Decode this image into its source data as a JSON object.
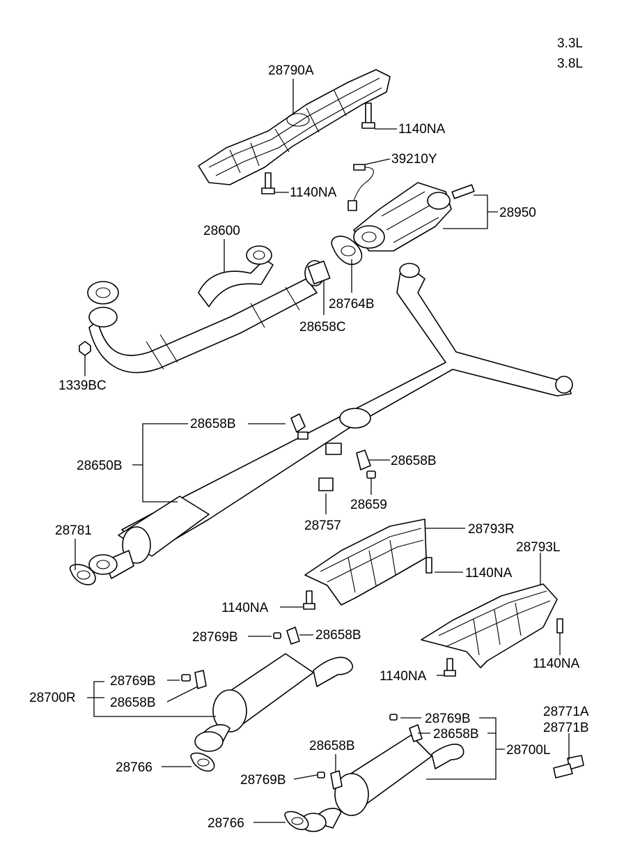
{
  "engine": [
    "3.3L",
    "3.8L"
  ],
  "labels": {
    "heat_shield_upper": "28790A",
    "bolt_upper_right": "1140NA",
    "bolt_upper_left": "1140NA",
    "oxygen_sensor": "39210Y",
    "catalytic_converter": "28950",
    "front_pipe": "28600",
    "gasket_front": "28764B",
    "hanger_front": "28658C",
    "nut": "1339BC",
    "hanger_center_left": "28658B",
    "center_pipe": "28650B",
    "hanger_center_right": "28658B",
    "bushing": "28659",
    "damper": "28757",
    "gasket_center": "28781",
    "heat_shield_rear_r": "28793R",
    "bolt_shield_r_right": "1140NA",
    "bolt_shield_r_left": "1140NA",
    "heat_shield_rear_l": "28793L",
    "bolt_shield_l_right": "1140NA",
    "bolt_shield_l_left": "1140NA",
    "bushing_r_top": "28769B",
    "hanger_r_top": "28658B",
    "bushing_r_mid": "28769B",
    "muffler_r": "28700R",
    "hanger_r_mid": "28658B",
    "gasket_r": "28766",
    "bushing_l_top": "28769B",
    "hanger_l_top": "28658B",
    "muffler_l": "28700L",
    "hanger_l_mid": "28658B",
    "bushing_l_mid": "28769B",
    "gasket_l": "28766",
    "bracket_a": "28771A",
    "bracket_b": "28771B"
  }
}
